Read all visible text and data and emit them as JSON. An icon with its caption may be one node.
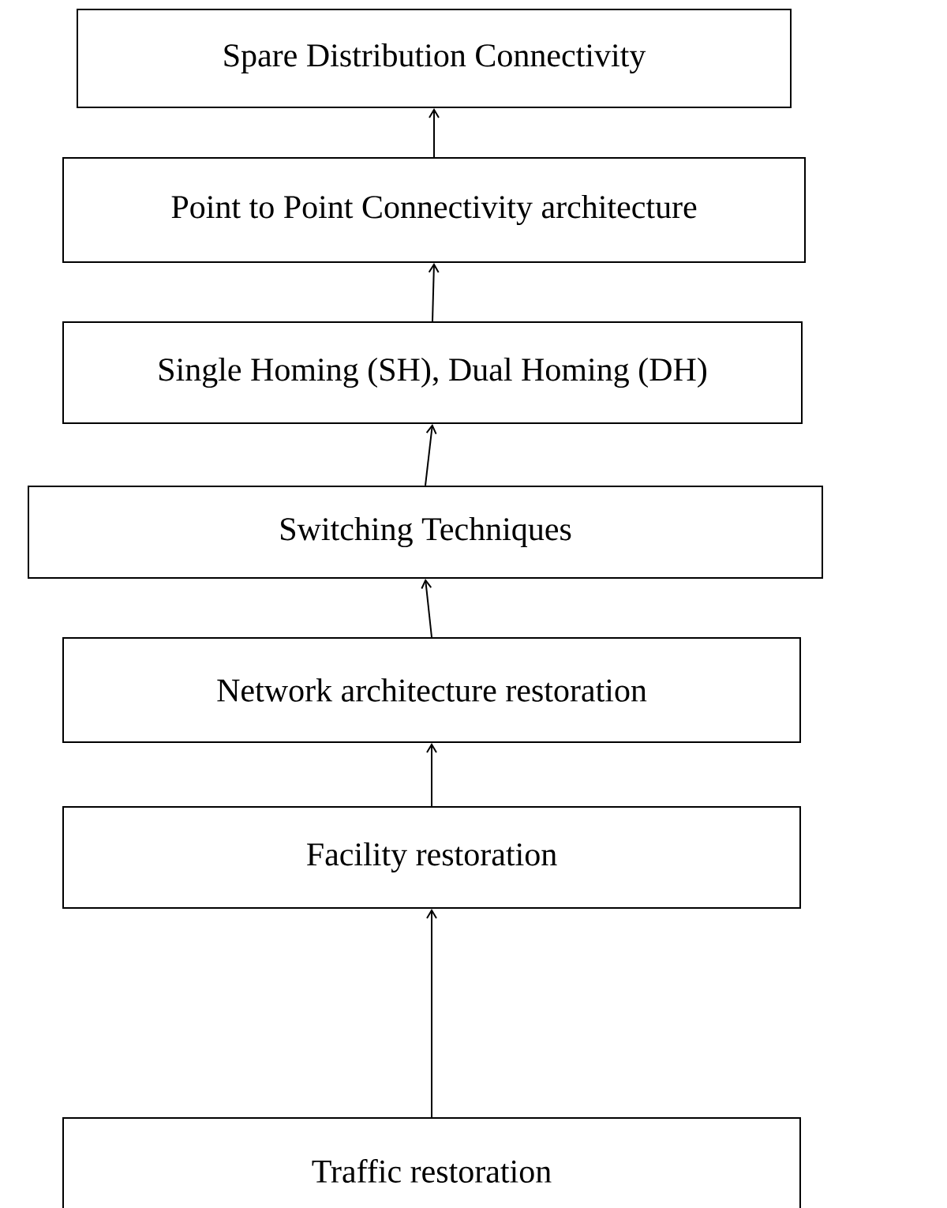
{
  "diagram": {
    "nodes": [
      {
        "text": [
          "Spare Distribution Connectivity"
        ]
      },
      {
        "text": [
          "Point to Point Connectivity architecture"
        ]
      },
      {
        "text": [
          "Single Homing (SH), Dual Homing (DH)"
        ]
      },
      {
        "text": [
          "Switching Techniques"
        ]
      },
      {
        "text": [
          "Network architecture restoration"
        ]
      },
      {
        "text": [
          "Facility restoration"
        ]
      },
      {
        "text": [
          "Traffic restoration"
        ]
      }
    ],
    "edges": [
      {
        "from": 1,
        "to": 0,
        "arrow": "to"
      },
      {
        "from": 2,
        "to": 1,
        "arrow": "to"
      },
      {
        "from": 3,
        "to": 2,
        "arrow": "to"
      },
      {
        "from": 4,
        "to": 3,
        "arrow": "to"
      },
      {
        "from": 5,
        "to": 4,
        "arrow": "to"
      },
      {
        "from": 6,
        "to": 5,
        "arrow": "to"
      }
    ]
  }
}
